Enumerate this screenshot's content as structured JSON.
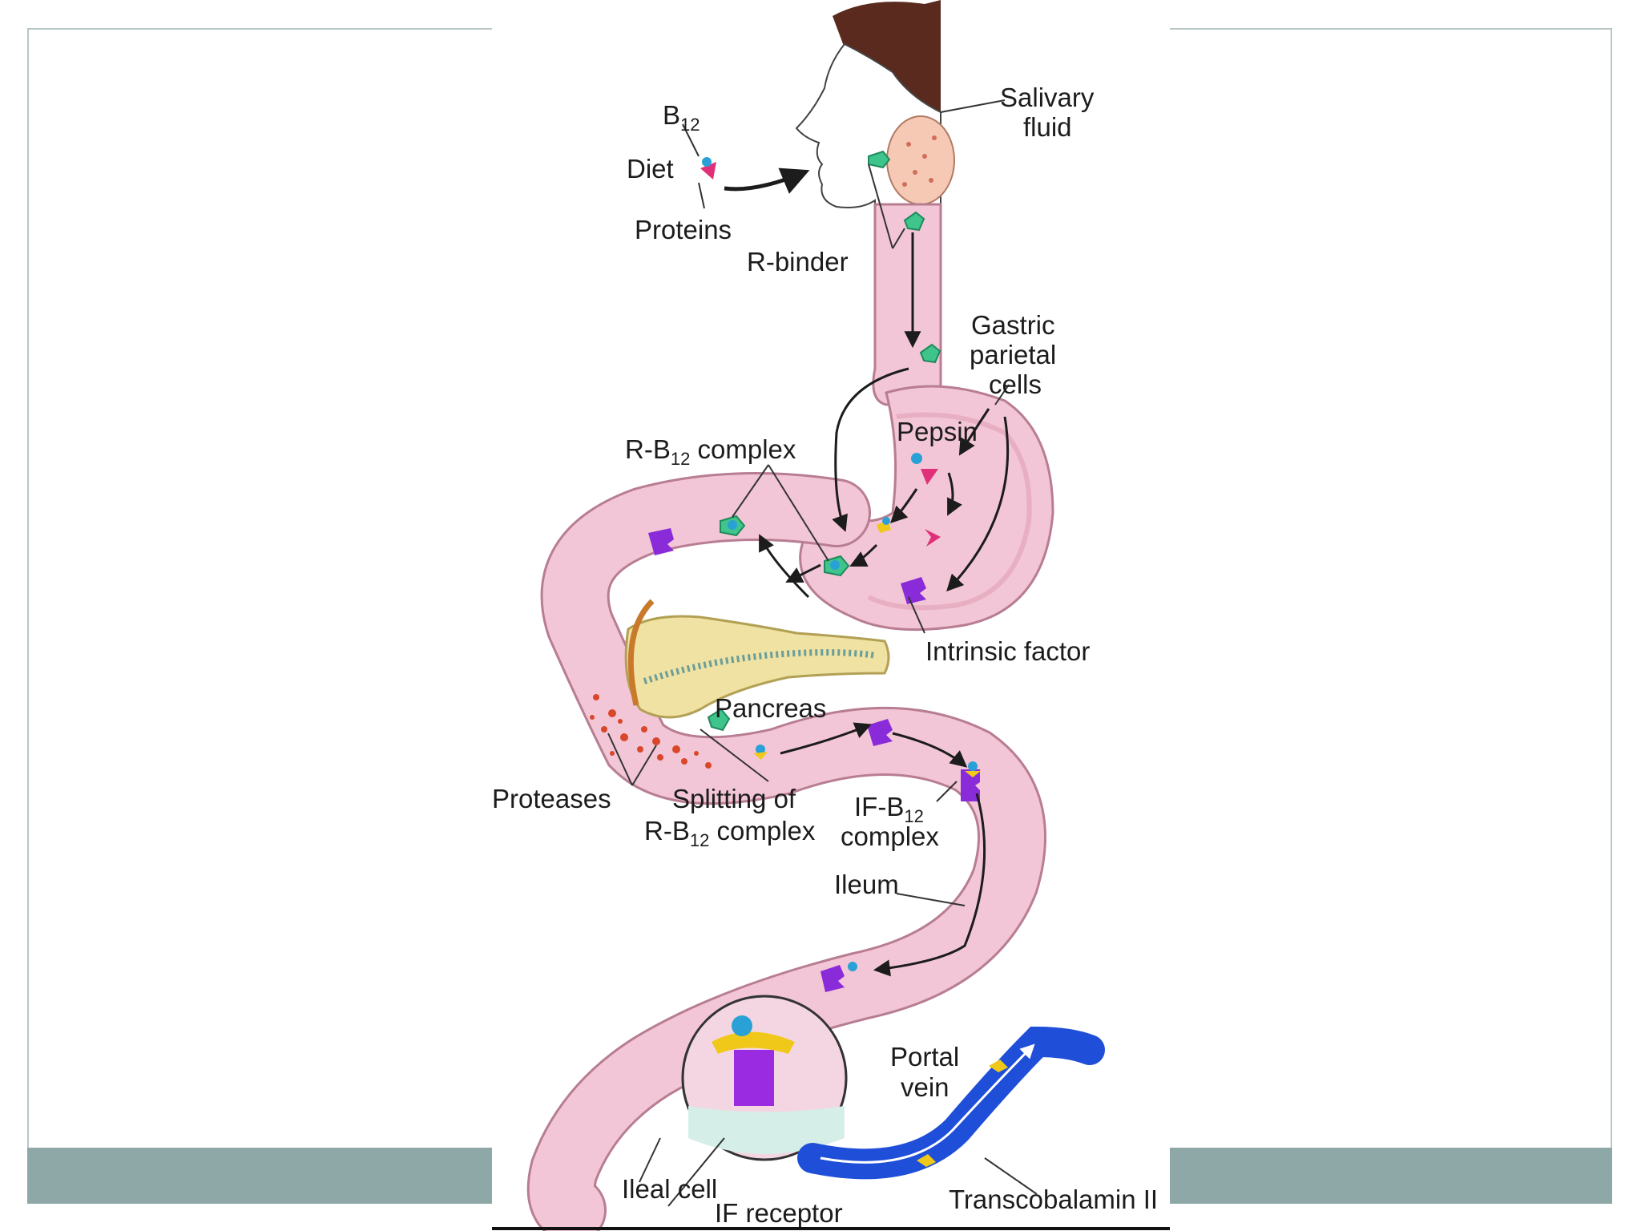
{
  "figure": {
    "labels": {
      "b12": "B",
      "b12_sub": "12",
      "diet": "Diet",
      "proteins": "Proteins",
      "r_binder": "R-binder",
      "salivary_1": "Salivary",
      "salivary_2": "fluid",
      "gastric_1": "Gastric",
      "gastric_2": "parietal",
      "gastric_3": "cells",
      "pepsin": "Pepsin",
      "rb12_pre": "R-B",
      "rb12_sub": "12",
      "rb12_post": " complex",
      "intrinsic_factor": "Intrinsic factor",
      "pancreas": "Pancreas",
      "proteases": "Proteases",
      "splitting_1": "Splitting of",
      "splitting_2_pre": "R-B",
      "splitting_2_sub": "12",
      "splitting_2_post": " complex",
      "ifb12_pre": "IF-B",
      "ifb12_sub": "12",
      "ifb12_2": "complex",
      "ileum": "Ileum",
      "portal_1": "Portal",
      "portal_2": "vein",
      "ileal_cell": "Ileal cell",
      "if_receptor": "IF receptor",
      "transcobalamin": "Transcobalamin II"
    },
    "colors": {
      "gut_fill": "#f2c6d6",
      "gut_stroke": "#b87d92",
      "r_binder": "#3fc48c",
      "intrinsic_factor": "#8a2bd9",
      "pepsin": "#e0307a",
      "b12": "#2aa1d6",
      "pancreas": "#f0e2a2",
      "protease": "#d9472b",
      "portal_vein": "#1f4fd8",
      "footer": "#8ea8a7"
    }
  }
}
